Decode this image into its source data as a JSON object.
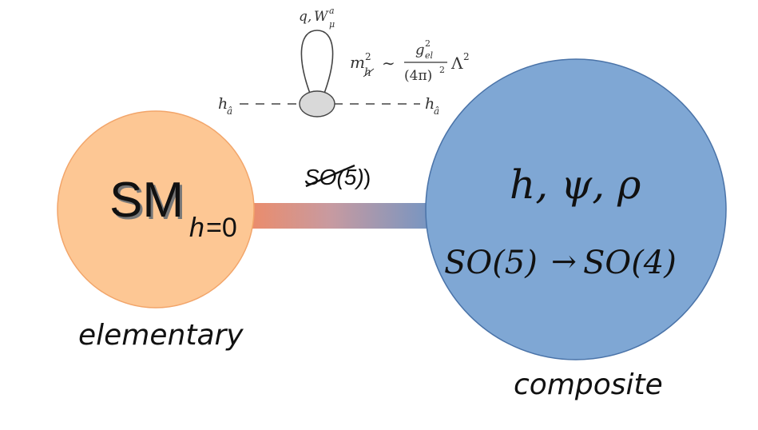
{
  "left_circle": {
    "label_main": "SM",
    "label_sub_h": "h",
    "label_sub_rest": "=0",
    "caption": "elementary",
    "fill": "#fdc794",
    "stroke": "#f2a56a"
  },
  "right_circle": {
    "label_fields": "h, ψ, ρ",
    "label_breaking_left": "SO(5)",
    "label_arrow": "→",
    "label_breaking_right": "SO(4)",
    "caption": "composite",
    "fill": "#7fa7d4",
    "stroke": "#4a73a8"
  },
  "link": {
    "label": "SO(5)",
    "label_close": ")",
    "color_left": "#f08a64",
    "color_right": "#6f95c5"
  },
  "feynman": {
    "loop_label_q": "q,",
    "loop_label_W": "W",
    "loop_label_W_sup": "a",
    "loop_label_W_sub": "μ",
    "mass_lhs_m": "m",
    "mass_lhs_sup": "2",
    "mass_lhs_sub": "h",
    "mass_sim": "∼",
    "mass_num_g": "g",
    "mass_num_sup": "2",
    "mass_num_sub": "el",
    "mass_den": "(4π)",
    "mass_den_sup": "2",
    "mass_lambda": "Λ",
    "mass_lambda_sup": "2",
    "leg_left": "h",
    "leg_left_sub": "â",
    "leg_right": "h",
    "leg_right_sub": "â"
  }
}
